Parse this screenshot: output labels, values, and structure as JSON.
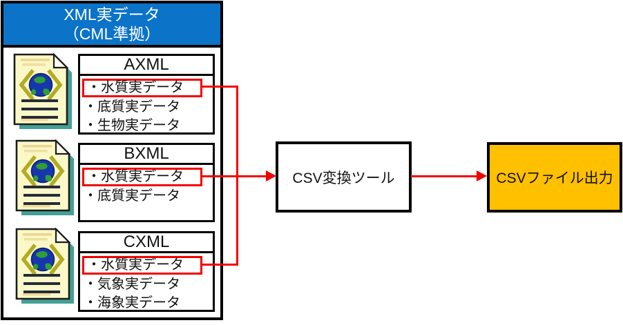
{
  "colors": {
    "header_blue": "#0b73c8",
    "accent_red": "#f30000",
    "output_gold": "#ffc000",
    "border_black": "#000000"
  },
  "panel": {
    "title_line1": "XML実データ",
    "title_line2": "（CML準拠）",
    "icon": "xml-document-icon",
    "icon_count": 3
  },
  "groups": [
    {
      "title": "AXML",
      "items": [
        "・水質実データ",
        "・底質実データ",
        "・生物実データ"
      ],
      "highlight_index": 0
    },
    {
      "title": "BXML",
      "items": [
        "・水質実データ",
        "・底質実データ"
      ],
      "highlight_index": 0
    },
    {
      "title": "CXML",
      "items": [
        "・水質実データ",
        "・気象実データ",
        "・海象実データ"
      ],
      "highlight_index": 0
    }
  ],
  "tool": {
    "label": "CSV変換ツール"
  },
  "output": {
    "label": "CSVファイル出力"
  }
}
